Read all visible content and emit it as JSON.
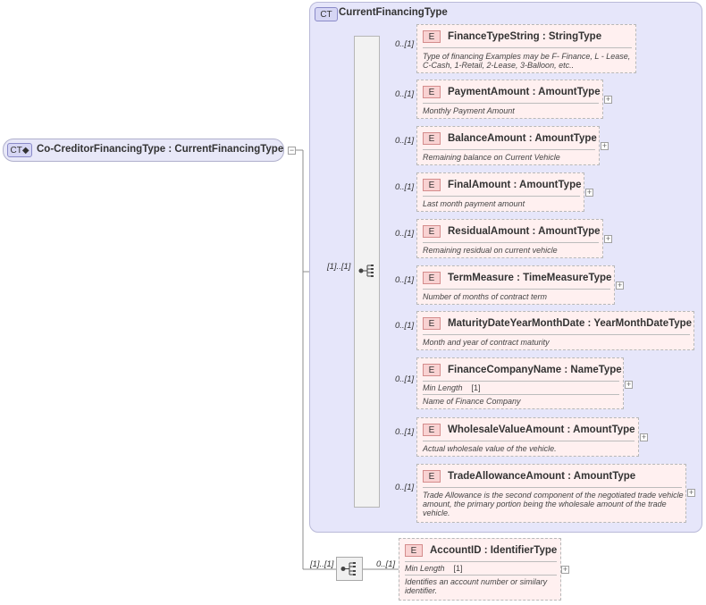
{
  "root": {
    "badge": "CT",
    "title": "Co-CreditorFinancingType : CurrentFinancingType"
  },
  "group": {
    "badge": "CT",
    "title": "CurrentFinancingType",
    "occurrence": "[1]..[1]"
  },
  "elements": [
    {
      "badge": "E",
      "name": "FinanceTypeString : StringType",
      "occurs": "0..[1]",
      "doc": "Type of financing Examples may be F- Finance, L - Lease, C-Cash, 1-Retail, 2-Lease, 3-Balloon, etc.."
    },
    {
      "badge": "E",
      "name": "PaymentAmount : AmountType",
      "occurs": "0..[1]",
      "doc": "Monthly Payment Amount"
    },
    {
      "badge": "E",
      "name": "BalanceAmount : AmountType",
      "occurs": "0..[1]",
      "doc": "Remaining balance on Current Vehicle"
    },
    {
      "badge": "E",
      "name": "FinalAmount : AmountType",
      "occurs": "0..[1]",
      "doc": "Last month payment amount"
    },
    {
      "badge": "E",
      "name": "ResidualAmount : AmountType",
      "occurs": "0..[1]",
      "doc": "Remaining residual on current vehicle"
    },
    {
      "badge": "E",
      "name": "TermMeasure : TimeMeasureType",
      "occurs": "0..[1]",
      "doc": "Number of months of contract term"
    },
    {
      "badge": "E",
      "name": "MaturityDateYearMonthDate : YearMonthDateType",
      "occurs": "0..[1]",
      "doc": "Month and year of contract maturity"
    },
    {
      "badge": "E",
      "name": "FinanceCompanyName : NameType",
      "occurs": "0..[1]",
      "facet_label": "Min Length",
      "facet_value": "[1]",
      "doc": "Name of Finance Company"
    },
    {
      "badge": "E",
      "name": "WholesaleValueAmount : AmountType",
      "occurs": "0..[1]",
      "doc": "Actual wholesale value of the vehicle."
    },
    {
      "badge": "E",
      "name": "TradeAllowanceAmount : AmountType",
      "occurs": "0..[1]",
      "doc": "Trade Allowance is the second component of the negotiated trade vehicle amount, the primary portion being the wholesale amount of the trade vehicle."
    }
  ],
  "second_sequence": {
    "occurrence": "[1]..[1]",
    "element": {
      "badge": "E",
      "name": "AccountID : IdentifierType",
      "occurs": "0..[1]",
      "facet_label": "Min Length",
      "facet_value": "[1]",
      "doc": "Identifies an account number or similary identifier."
    }
  },
  "colors": {
    "complex_type_fill": "#e6e6fa",
    "element_fill": "#fff0f0",
    "element_badge": "#f9d2d2"
  },
  "icons": [
    "sequence-icon",
    "expand-plus-icon",
    "collapse-minus-icon"
  ]
}
